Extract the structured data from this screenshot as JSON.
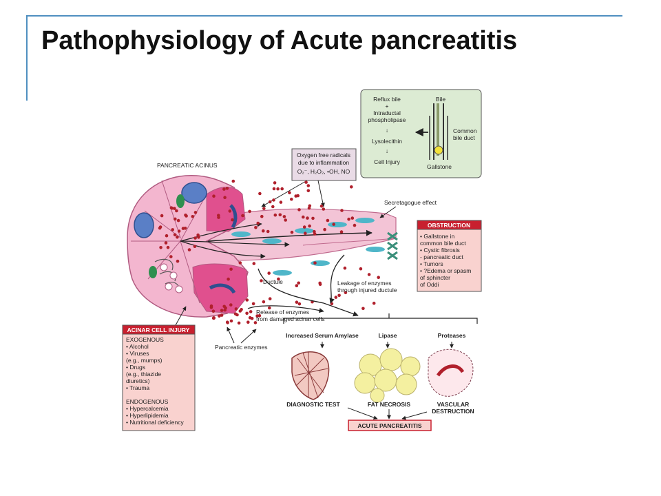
{
  "slide": {
    "title": "Pathophysiology of Acute pancreatitis"
  },
  "colors": {
    "frame": "#4f8fc0",
    "cell_pink": "#f3b6cf",
    "cell_magenta": "#e0508e",
    "nucleus_blue": "#5a7fc6",
    "dot_red": "#b0202c",
    "box_red": "#c8202f",
    "box_fill": "#f9d2cf",
    "inset_green": "#dcebd3",
    "fat_yellow": "#f4f0a0"
  },
  "diagram": {
    "acinus_label": "PANCREATIC ACINUS",
    "oxygen_box": [
      "Oxygen free radicals",
      "due to inflammation",
      "O₂⁻, H₂O₂, •OH, NO"
    ],
    "bile_inset": {
      "flow": [
        "Reflux bile",
        "+",
        "Intraductal",
        "phospholipase",
        "↓",
        "Lysolecithin",
        "↓",
        "Cell Injury"
      ],
      "bile": "Bile",
      "duct": [
        "Common",
        "bile duct"
      ],
      "gallstone": "Gallstone"
    },
    "secretagogue": "Secretagogue effect",
    "obstruction": {
      "title": "OBSTRUCTION",
      "items": [
        "• Gallstone in",
        "  common bile duct",
        "• Cystic fibrosis",
        "  - pancreatic duct",
        "• Tumors",
        "• ?Edema or spasm",
        "  of sphincter",
        "  of Oddi"
      ]
    },
    "ductule": "Ductule",
    "leakage": [
      "Leakage of enzymes",
      "through injured ductule"
    ],
    "release": [
      "Release of enzymes",
      "from damaged acinar cells"
    ],
    "pancreatic_enzymes": "Pancreatic enzymes",
    "acinar_injury": {
      "title": "ACINAR CELL INJURY",
      "lines": [
        "EXOGENOUS",
        "• Alcohol",
        "• Viruses",
        "  (e.g., mumps)",
        "• Drugs",
        "  (e.g., thiazide",
        "  diuretics)",
        "• Trauma",
        "",
        "ENDOGENOUS",
        "• Hypercalcemia",
        "• Hyperlipidemia",
        "• Nutritional deficiency"
      ]
    },
    "outcome_headers": {
      "amylase": "Increased Serum Amylase",
      "lipase": "Lipase",
      "proteases": "Proteases"
    },
    "outcome_results": {
      "diagnostic": "DIAGNOSTIC TEST",
      "fat": "FAT NECROSIS",
      "vascular": [
        "VASCULAR",
        "DESTRUCTION"
      ]
    },
    "final": "ACUTE PANCREATITIS"
  }
}
